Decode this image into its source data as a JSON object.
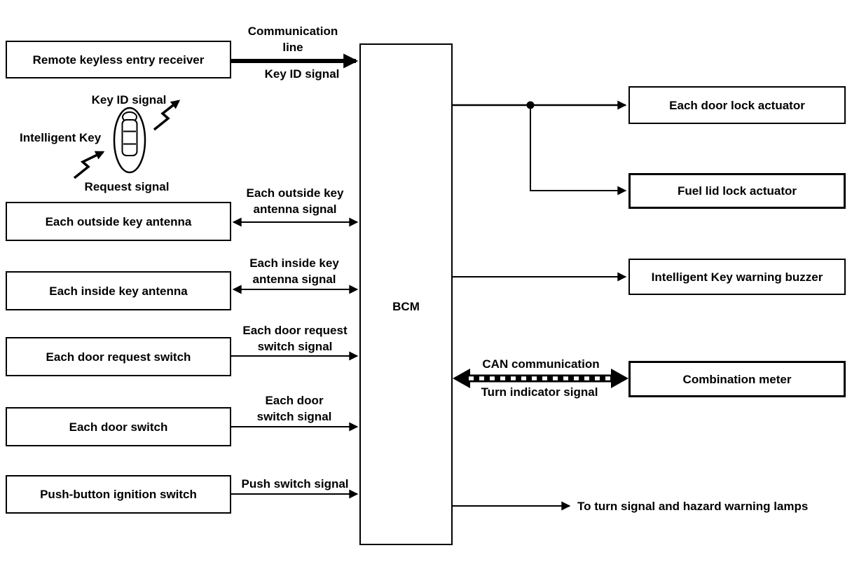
{
  "boxes": {
    "remote_receiver": "Remote keyless entry receiver",
    "outside_antenna": "Each outside key antenna",
    "inside_antenna": "Each inside key antenna",
    "door_request_switch": "Each door request switch",
    "door_switch": "Each door switch",
    "push_button": "Push-button ignition switch",
    "bcm": "BCM",
    "door_lock_actuator": "Each door lock actuator",
    "fuel_lid_actuator": "Fuel lid lock actuator",
    "warning_buzzer": "Intelligent Key warning buzzer",
    "combination_meter": "Combination meter"
  },
  "signals": {
    "communication_line": "Communication line",
    "key_id": "Key ID signal",
    "outside_antenna": "Each outside key antenna signal",
    "inside_antenna": "Each inside key antenna signal",
    "door_request": "Each door request switch signal",
    "door_switch": "Each door switch signal",
    "push_switch": "Push switch signal",
    "can": "CAN communication",
    "turn_indicator": "Turn indicator signal"
  },
  "key_fob": {
    "label": "Intelligent Key",
    "transmit_signal": "Key ID signal",
    "receive_signal": "Request signal"
  },
  "notes": {
    "turn_signal": "To turn signal and hazard warning lamps"
  },
  "colors": {
    "line": "#000000",
    "background": "#ffffff"
  }
}
